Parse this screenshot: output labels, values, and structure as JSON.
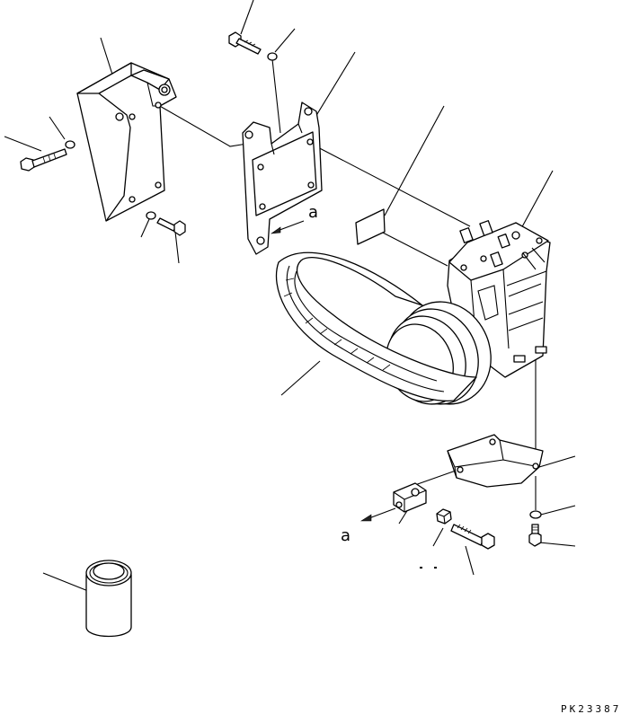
{
  "drawing": {
    "view_label_upper": "a",
    "view_label_lower": "a",
    "drawing_code": "PK23387"
  },
  "parts": [
    {
      "name": "bracket"
    },
    {
      "name": "bolt"
    },
    {
      "name": "washer"
    },
    {
      "name": "adapter-plate"
    },
    {
      "name": "caution-plate"
    },
    {
      "name": "compressor"
    },
    {
      "name": "v-belt"
    },
    {
      "name": "lower-bracket"
    },
    {
      "name": "spacer-block"
    },
    {
      "name": "nut"
    },
    {
      "name": "container"
    }
  ]
}
